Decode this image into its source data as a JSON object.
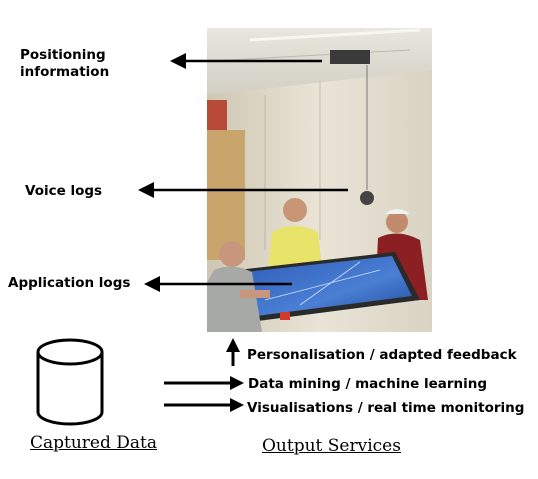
{
  "capture_labels": {
    "positioning": [
      "Positioning",
      "information"
    ],
    "voice": "Voice logs",
    "application": "Application logs"
  },
  "output_services": {
    "personalisation": "Personalisation / adapted feedback",
    "data_mining": "Data mining / machine learning",
    "visualisations": "Visualisations / real time monitoring"
  },
  "captions": {
    "captured_data": "Captured Data",
    "output_services": "Output Services"
  }
}
